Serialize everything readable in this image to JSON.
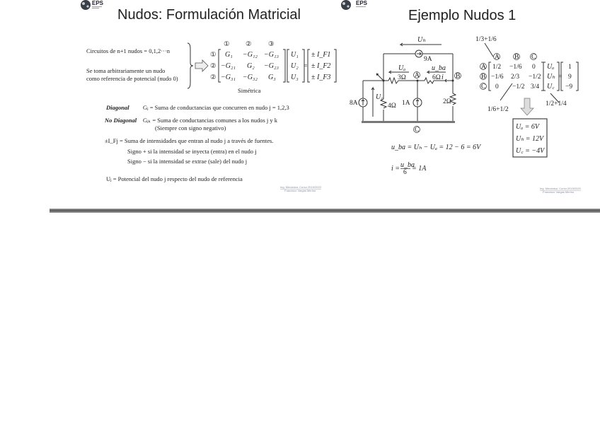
{
  "left_slide": {
    "logo": "EPS",
    "title": "Nudos: Formulación Matricial",
    "intro1": "Circuitos de n+1 nudos = 0,1,2···n",
    "intro2": "Se toma arbitrariamente un nudo",
    "intro3": "como referencia de potencial (nudo 0)",
    "col_headers": [
      "①",
      "②",
      "③"
    ],
    "row_labels": [
      "①",
      "②",
      "②"
    ],
    "matrix": [
      [
        "G₁",
        "−G₁₂",
        "−G₁₃"
      ],
      [
        "−G₂₁",
        "G₂",
        "−G₂₃"
      ],
      [
        "−G₃₁",
        "−G₃₂",
        "G₃"
      ]
    ],
    "unknowns": [
      "U₁",
      "U₂",
      "U₃"
    ],
    "rhs": [
      "± I_F1",
      "± I_F2",
      "± I_F3"
    ],
    "symmetric": "Simétrica",
    "diag_label": "Diagonal",
    "diag_text": "Gⱼ = Suma de conductancias que concurren en nudo j  = 1,2,3",
    "nodiag_label": "No Diagonal",
    "nodiag_text": "Gⱼₖ = Suma de conductancias comunes a los nudos j y k",
    "nodiag_note": "(Siempre con signo negativo)",
    "source_text": "±I_Fj = Suma de intensidades que entran al nudo j a través de  fuentes.",
    "sign_plus": "Signo  + si la intensidad se inyecta (entra) en el nudo j",
    "sign_minus": "Signo − si la intensidad se extrae (sale) del nudo j",
    "potential_text": "Uⱼ = Potencial del nudo j respecto del nudo de referencia",
    "footer1": "Ing. Mecánica. Curso 2019/2020",
    "footer2": "Francisco Vargas Merino"
  },
  "right_slide": {
    "logo": "EPS",
    "title": "Ejemplo Nudos 1",
    "circuit": {
      "Ub": "Uₕ",
      "I9": "9A",
      "Ua": "Uₐ",
      "R3": "3Ω",
      "nodeA": "A",
      "uba": "u_ba",
      "R6": "6Ω",
      "i": "i",
      "nodeB": "B",
      "I8": "8A",
      "Uc": "U꜀",
      "R4": "4Ω",
      "I1": "1A",
      "R2": "2Ω",
      "nodeC": "C"
    },
    "note_a": "1/3+1/6",
    "note_b": "1/6+1/2",
    "note_c": "1/2+1/4",
    "col_headers": [
      "A",
      "B",
      "C"
    ],
    "row_labels": [
      "A",
      "B",
      "C"
    ],
    "matrix": [
      [
        "1/2",
        "−1/6",
        "0"
      ],
      [
        "−1/6",
        "2/3",
        "−1/2"
      ],
      [
        "0",
        "−1/2",
        "3/4"
      ]
    ],
    "unknowns": [
      "Uₐ",
      "Uₕ",
      "U꜀"
    ],
    "rhs": [
      "1",
      "9",
      "−9"
    ],
    "results": [
      "Uₐ =  6V",
      "Uₕ =  12V",
      "U꜀ = −4V"
    ],
    "eq1": "u_ba = Uₕ − Uₐ = 12 − 6 = 6V",
    "eq2_lhs": "i =",
    "eq2_num": "u_ba",
    "eq2_den": "6",
    "eq2_rhs": "= 1A",
    "footer1": "Ing. Mecánica. Curso 2019/2020",
    "footer2": "Francisco Vargas Merino"
  }
}
